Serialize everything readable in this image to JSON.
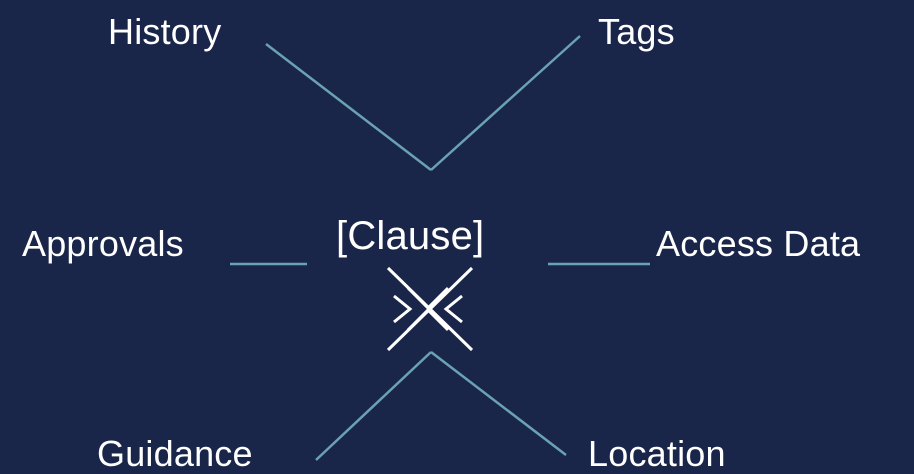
{
  "center": {
    "label": "[Clause]"
  },
  "nodes": {
    "history": "History",
    "tags": "Tags",
    "approvals": "Approvals",
    "access_data": "Access Data",
    "guidance": "Guidance",
    "location": "Location"
  },
  "colors": {
    "background": "#1a254a",
    "connector": "#6aa2b3",
    "text": "#ffffff",
    "icon": "#ffffff"
  },
  "icon": {
    "name": "cross-arrows-icon"
  }
}
